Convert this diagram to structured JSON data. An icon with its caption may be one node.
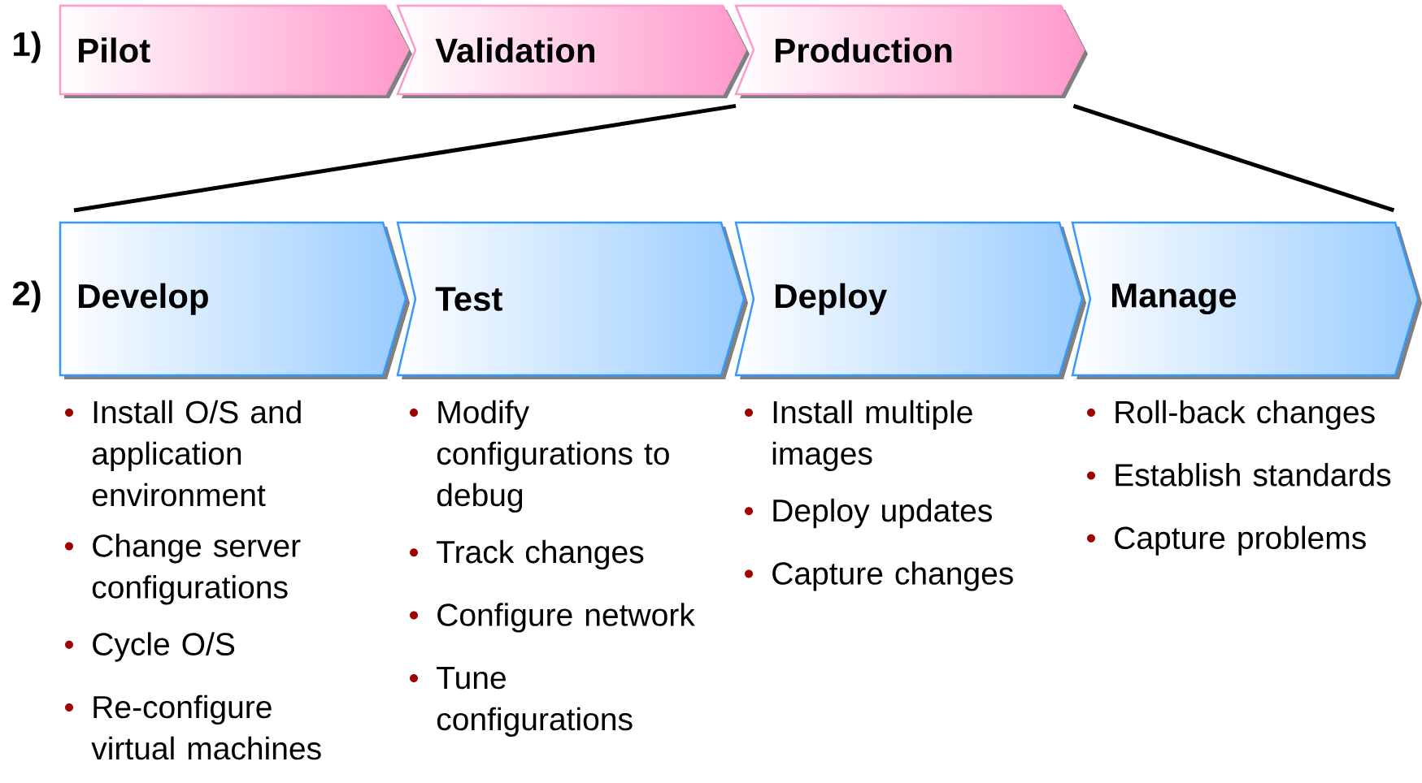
{
  "diagram": {
    "nodes": [
      {
        "text": [
          "Pilot"
        ]
      },
      {
        "text": [
          "Validation"
        ]
      },
      {
        "text": [
          "Production"
        ]
      },
      {
        "text": [
          "Develop"
        ],
        "beside": [
          "Install O/S and application environment",
          "Change server configurations",
          "Cycle O/S",
          "Re-configure virtual machines"
        ]
      },
      {
        "text": [
          "Test"
        ],
        "beside": [
          "Modify configurations to debug",
          "Track changes",
          "Configure network",
          "Tune configurations"
        ]
      },
      {
        "text": [
          "Deploy"
        ],
        "beside": [
          "Install multiple images",
          "Deploy updates",
          "Capture changes"
        ]
      },
      {
        "text": [
          "Manage"
        ],
        "beside": [
          "Roll-back changes",
          "Establish standards",
          "Capture problems"
        ]
      }
    ],
    "edges": [
      {
        "from": 2,
        "to": 3,
        "arrow": "none"
      },
      {
        "from": 2,
        "to": 6,
        "arrow": "none"
      }
    ],
    "labels": [
      "1)",
      "2)"
    ]
  }
}
